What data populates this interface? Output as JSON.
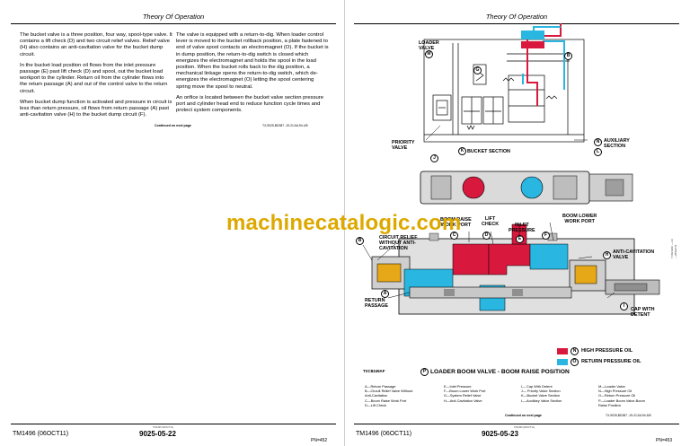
{
  "header": {
    "left_title": "Theory Of Operation",
    "right_title": "Theory Of Operation"
  },
  "left_page": {
    "col1": [
      "The bucket valve is a three position, four way, spool-type valve. It contains a lift check (D) and two circuit relief valves. Relief valve (H) also contains an anti-cavitation valve for the bucket dump circuit.",
      "In the bucket load position oil flows from the inlet pressure passage (E) past lift check (D) and spool, out the bucket load workport to the cylinder. Return oil from the cylinder flows into the return passage (A) and out of the control valve to the return circuit.",
      "When bucket dump function is activated and pressure in circuit is less than return pressure, oil flows from return passage (A) past anti-cavitation valve (H) to the bucket dump circuit (F)."
    ],
    "col2": [
      "The valve is equipped with a return-to-dig. When loader control lever is moved to the bucket rollback position, a plate fastened to end of valve spool contacts an electromagnet (O). If the bucket is in dump position, the return-to-dig switch is closed which energizes the electromagnet and holds the spool in the load position. When the bucket rolls back to the dig position, a mechanical linkage opens the return-to-dig switch, which de-energizes the electromagnet (O) letting the spool centering spring move the spool to neutral.",
      "An orifice is located between the bucket valve section pressure port and cylinder head end to reduce function cycle times and protect system components."
    ],
    "continued": "Continued on next page",
    "ref_code": "TX,9025,BD387 -19-21JUL94-4/8",
    "footer_tm": "TM1496 (06OCT11)",
    "footer_page": "9025-05-22",
    "footer_pn": "PN=452",
    "footer_tiny": "TM1496 (06OCT11)"
  },
  "right_page": {
    "labels": {
      "loader_valve": "LOADER\nVALVE",
      "priority_valve": "PRIORITY\nVALVE",
      "bucket_section": "BUCKET SECTION",
      "auxiliary_section": "AUXILIARY\nSECTION",
      "boom_raise": "BOOM RAISE\nWORK PORT",
      "lift_check": "LIFT\nCHECK",
      "inlet_pressure": "INLET\nPRESSURE",
      "boom_lower": "BOOM LOWER\nWORK PORT",
      "circuit_relief": "CIRCUIT RELIEF\nWITHOUT ANTI-\nCAVITATION",
      "anti_cav": "ANTI-CAVITATION\nVALVE",
      "return_passage": "RETURN\nPASSAGE",
      "cap_detent": "CAP WITH\nDETENT"
    },
    "callouts": [
      "M",
      "G",
      "B",
      "J",
      "K",
      "N",
      "L",
      "F",
      "C",
      "D",
      "E",
      "H",
      "A",
      "I",
      "P",
      "O"
    ],
    "legend": {
      "high_pressure": "HIGH PRESSURE OIL",
      "return_pressure": "RETURN PRESSURE OIL",
      "high_color": "#d8193d",
      "return_color": "#29b6e0"
    },
    "txc": "TXC8249AF",
    "caption": "LOADER BOOM VALVE - BOOM RAISE POSITION",
    "side_code": "TX8249AF —19—28SEP11",
    "legend_items": {
      "col1": [
        "A—Return Passage",
        "B—Circuit Relief Valve Without",
        "     Anti-Cavitation",
        "C—Boom Raise Work Port",
        "D—Lift Check"
      ],
      "col2": [
        "E—Inlet Pressure",
        "F—Boom Lower Work Port",
        "G—System Relief Valve",
        "H—Anti-Cavitation Valve"
      ],
      "col3": [
        "I— Cap With Detent",
        "J— Priority Valve Section",
        "K—Bucket Valve Section",
        "L—Auxiliary Valve Section"
      ],
      "col4": [
        "M—Loader Valve",
        "N—High Pressure Oil",
        "O—Return Pressure Oil",
        "P—Loader Boom Valve-Boom",
        "     Raise Position"
      ]
    },
    "continued": "Continued on next page",
    "ref_code": "TX,9025,BD387 -19-21JUL94-5/8",
    "footer_tm": "TM1496 (06OCT11)",
    "footer_page": "9025-05-23",
    "footer_pn": "PN=453",
    "footer_tiny": "TM1496 (06OCT11)"
  },
  "watermark": "machinecatalogic.com"
}
